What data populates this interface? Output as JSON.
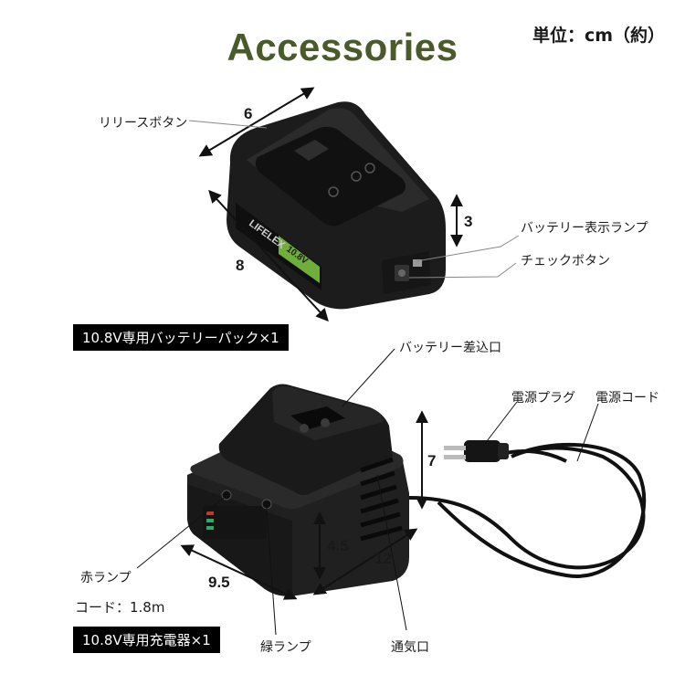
{
  "header": {
    "title": "Accessories",
    "unit": "単位：cm（約）"
  },
  "colors": {
    "title": "#4a5a2a",
    "battery_body": "#1c1c1c",
    "label_green": "#6fae3a",
    "charger_body": "#202020"
  },
  "battery": {
    "brand": "LIFELEX",
    "voltage_print": "10.8V",
    "labels": {
      "release": "リリースボタン",
      "indicator": "バッテリー表示ランプ",
      "check": "チェックボタン"
    },
    "dims": {
      "width": "6",
      "length": "8",
      "height": "3"
    },
    "caption": "10.8V専用バッテリーパック×1"
  },
  "charger": {
    "labels": {
      "slot": "バッテリー差込口",
      "plug": "電源プラグ",
      "cord": "電源コード",
      "red_lamp": "赤ランプ",
      "green_lamp": "緑ランプ",
      "vent": "通気口"
    },
    "dims": {
      "height": "7",
      "base_height": "4.5",
      "depth": "12",
      "width": "9.5"
    },
    "cord_length": "コード：1.8m",
    "caption": "10.8V専用充電器×1"
  }
}
